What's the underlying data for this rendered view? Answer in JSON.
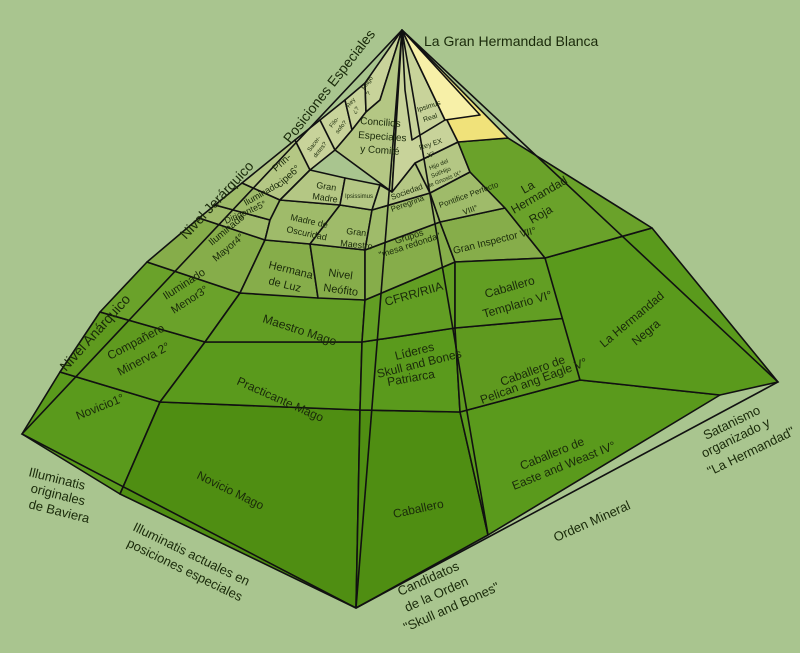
{
  "colors": {
    "background": "#a9c58f",
    "top_cells": "#c8d39a",
    "upper_cells": "#9fbb6a",
    "mid_cells": "#86ad4a",
    "lower_cells": "#5f9a1f",
    "dark_cells": "#4f8e12",
    "yellow": "#f0e27a",
    "yellow_light": "#f7f0a8"
  },
  "outer_labels": {
    "apex": "La Gran Hermandad Blanca",
    "special_positions": "Posiciones Especiales",
    "hierarchical": "Nivel Jerárquico",
    "anarchic": "Nivel Anárquico",
    "bavaria": [
      "Illuminatis",
      "originales",
      "de Baviera"
    ],
    "current": [
      "Illuminatis actuales en",
      "posiciones especiales"
    ],
    "candidates": [
      "Candidatos",
      "de la Orden",
      "\"Skull and Bones\""
    ],
    "mineral": "Orden Mineral",
    "satanism": [
      "Satanismo",
      "organizado  y",
      "\"La Hermandad\""
    ]
  },
  "left_face": {
    "novicio1": "Novicio1°",
    "companero": [
      "Compañero",
      "Minerva 2°"
    ],
    "iluminado_menor": [
      "Iluminado",
      "Menor3°"
    ],
    "iluminado_mayor": [
      "Iluminado",
      "Mayor4°"
    ],
    "dirigente": "Dirigente5°",
    "iluminado": "Iluminado",
    "principe": [
      "Prin-",
      "cipe6°"
    ],
    "top_small": [
      "Sacer-",
      "dotes?",
      "Filo-",
      "sofo?",
      "Rey",
      "¿?",
      "Mago",
      "?"
    ],
    "novicio_mago": "Novicio Mago",
    "practicante_mago": "Practicante Mago",
    "maestro_mago": "Maestro Mago",
    "hermana_luz": [
      "Hermana",
      "de Luz"
    ],
    "madre_oscuridad": [
      "Madre de",
      "Oscuridad"
    ],
    "gran_madre": [
      "Gran",
      "Madre"
    ],
    "nivel_neofito": [
      "Nivel",
      "Neófito"
    ],
    "gran_maestro": [
      "Gran",
      "Maestro"
    ],
    "ipsissimus": "Ipsissimus",
    "concilios": [
      "Concilios",
      "Especiales",
      "y Comité"
    ]
  },
  "middle_face": {
    "caballero": "Caballero",
    "patriarca": "Patriarca",
    "lideres": [
      "Líderes",
      "Skull and Bones"
    ],
    "cfrr": "CFRR/RIIA",
    "grupos": [
      "Grupos",
      "\"mesa redonda\""
    ],
    "sociedad": [
      "Sociedad",
      "Peregrina"
    ],
    "gran_inspector": "Gran Inspector VII°",
    "pontifice": [
      "Pontifice Perfecto",
      "VIII°"
    ],
    "hijo_sol": [
      "Hijo del",
      "Sol/Hijo",
      "de Gnosis IX°"
    ],
    "rey_ex": [
      "Rey EX",
      "X°"
    ],
    "ipsimus_real": [
      "Ipsimus",
      "Real"
    ]
  },
  "right_face": {
    "caballero_easte": [
      "Caballero de",
      "Easte and Weast IV°"
    ],
    "caballero_pelican": [
      "Caballero de",
      "Pelican ang Eagle V°"
    ],
    "caballero_templario": [
      "Caballero",
      "Templario VI°"
    ],
    "hermandad_negra": [
      "La Hermandad",
      "Negra"
    ],
    "hermandad_roja": [
      "La",
      "Hermandad",
      "Roja"
    ]
  }
}
